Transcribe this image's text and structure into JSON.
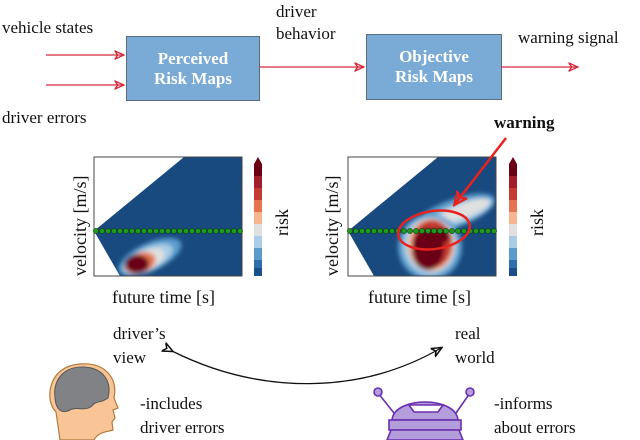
{
  "flow": {
    "inputs": [
      "vehicle states",
      "driver errors"
    ],
    "box1": {
      "line1": "Perceived",
      "line2": "Risk Maps"
    },
    "middle_label": {
      "line1": "driver",
      "line2": "behavior"
    },
    "box2": {
      "line1": "Objective",
      "line2": "Risk Maps"
    },
    "output": "warning signal",
    "arrow_color": "#d42a3c",
    "box_color": "#7aaad6"
  },
  "annotation": {
    "warning": "warning",
    "color": "#e8221e"
  },
  "plots": [
    {
      "ylabel": "velocity [m/s]",
      "xlabel": "future time [s]",
      "colorbar_label": "risk"
    },
    {
      "ylabel": "velocity [m/s]",
      "xlabel": "future time [s]",
      "colorbar_label": "risk"
    }
  ],
  "chart_data": [
    {
      "type": "heatmap",
      "title": "Perceived Risk Map",
      "xlabel": "future time [s]",
      "ylabel": "velocity [m/s]",
      "colorbar": "risk",
      "trajectory": "constant velocity (green markers)",
      "high_risk_region": "below trajectory, early time"
    },
    {
      "type": "heatmap",
      "title": "Objective Risk Map",
      "xlabel": "future time [s]",
      "ylabel": "velocity [m/s]",
      "colorbar": "risk",
      "trajectory": "constant velocity (green markers)",
      "high_risk_region": "intersects trajectory (circled, warning)"
    }
  ],
  "colormap": [
    "#1b4f8a",
    "#2f6fad",
    "#5a9bcc",
    "#a9cde6",
    "#e0e0e0",
    "#f6b58f",
    "#e5744f",
    "#c53a33",
    "#a11e2a",
    "#6b0014"
  ],
  "bottom": {
    "left_label": {
      "line1": "driver’s",
      "line2": "view"
    },
    "right_label": {
      "line1": "real",
      "line2": "world"
    },
    "left_note": {
      "line1": "-includes",
      "line2": "driver errors"
    },
    "right_note": {
      "line1": "-informs",
      "line2": "about errors"
    }
  }
}
